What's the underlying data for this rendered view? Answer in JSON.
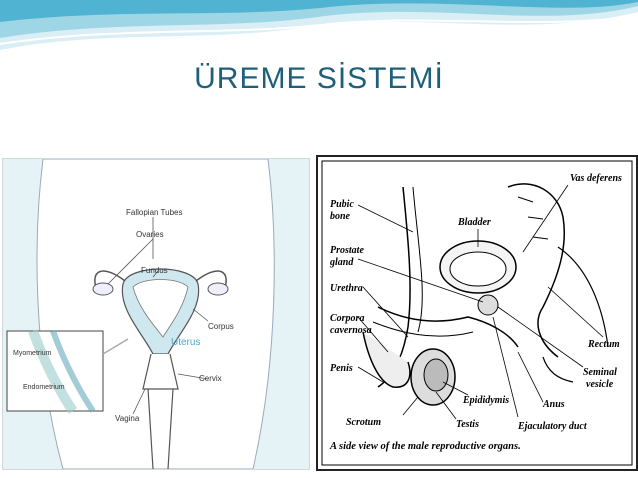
{
  "slide": {
    "title": "ÜREME SİSTEMİ"
  },
  "female_diagram": {
    "labels": {
      "fallopian_tubes": "Fallopian Tubes",
      "ovaries": "Ovaries",
      "fundus": "Fundus",
      "corpus": "Corpus",
      "uterus": "Uterus",
      "cervix": "Cervix",
      "vagina": "Vagina",
      "myometrium": "Myometrium",
      "endometrium": "Endometrium"
    }
  },
  "male_diagram": {
    "labels": {
      "vas_deferens": "Vas deferens",
      "pubic": "Pubic",
      "bone": "bone",
      "bladder": "Bladder",
      "prostate": "Prostate",
      "gland": "gland",
      "urethra": "Urethra",
      "corpora": "Corpora",
      "cavernosa": "cavernosa",
      "penis": "Penis",
      "rectum": "Rectum",
      "seminal": "Seminal",
      "vesicle": "vesicle",
      "epididymis": "Epididymis",
      "anus": "Anus",
      "scrotum": "Scrotum",
      "testis": "Testis",
      "ejaculatory_duct": "Ejaculatory duct"
    },
    "caption": "A side view of the male reproductive organs."
  },
  "colors": {
    "title": "#1f5f79",
    "wave_light": "#bfe3ef",
    "wave_mid": "#6cc3dc",
    "uterus_label": "#4aa7c9",
    "female_bg": "#e6f3f6"
  }
}
